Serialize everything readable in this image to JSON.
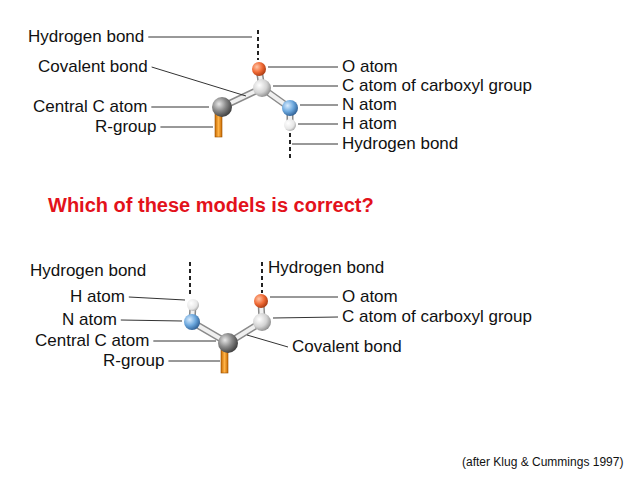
{
  "diagram": {
    "title": "Which of these models is correct?",
    "caption": "(after Klug & Cummings 1997)",
    "labels": [
      "Hydrogen bond",
      "Covalent bond",
      "Central C atom",
      "R-group",
      "O atom",
      "C atom of carboxyl group",
      "N atom",
      "H atom",
      "Hydrogen bond",
      "Hydrogen bond",
      "H atom",
      "N atom",
      "Central C atom",
      "R-group",
      "Hydrogen bond",
      "O atom",
      "C atom of carboxyl group",
      "Covalent bond"
    ]
  }
}
